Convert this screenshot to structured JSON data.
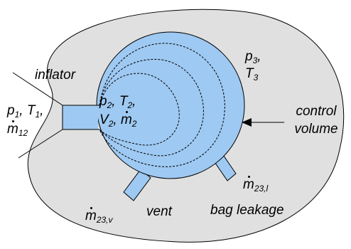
{
  "colors": {
    "environment": "#e0e0e0",
    "bag_fill": "#9ec9f2",
    "stroke": "#000000"
  },
  "labels": {
    "inflator": "inflator",
    "inflator_state": {
      "p": "p",
      "p_sub": "1",
      "T": "T",
      "T_sub": "1",
      "mdot": "m",
      "mdot_sub": "12"
    },
    "bag_state": {
      "p": "p",
      "p_sub": "2",
      "T": "T",
      "T_sub": "2",
      "V": "V",
      "V_sub": "2",
      "mdot": "m",
      "mdot_sub": "2"
    },
    "ambient_state": {
      "p": "p",
      "p_sub": "3",
      "T": "T",
      "T_sub": "3"
    },
    "control_volume_line1": "control",
    "control_volume_line2": "volume",
    "vent_flow": {
      "mdot": "m",
      "mdot_sub": "23,v"
    },
    "vent": "vent",
    "leak_flow": {
      "mdot": "m",
      "mdot_sub": "23,l"
    },
    "bag_leakage": "bag leakage"
  }
}
